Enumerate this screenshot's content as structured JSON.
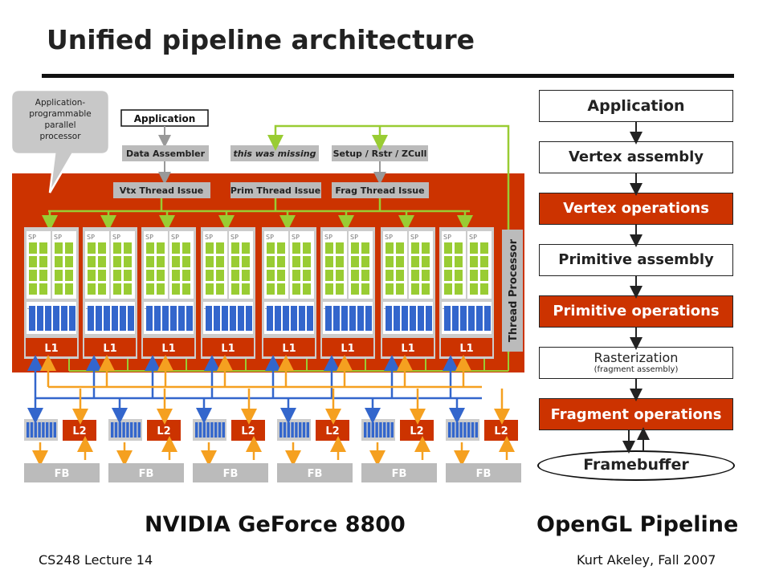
{
  "slide": {
    "title": "Unified pipeline architecture",
    "footer_left": "CS248 Lecture 14",
    "footer_right": "Kurt Akeley, Fall 2007"
  },
  "gpu": {
    "caption": "NVIDIA GeForce 8800",
    "callout": [
      "Application-",
      "programmable",
      "parallel",
      "processor"
    ],
    "application": "Application",
    "data_assembler": "Data Assembler",
    "missing_note": "this was missing",
    "setup": "Setup / Rstr / ZCull",
    "vtx_issue": "Vtx Thread Issue",
    "prim_issue": "Prim Thread Issue",
    "frag_issue": "Frag Thread Issue",
    "thread_processor": "Thread Processor",
    "sp_label": "SP",
    "tf_label": "TF",
    "l1_label": "L1",
    "l2_label": "L2",
    "fb_label": "FB",
    "cluster_count": 8,
    "partition_count": 6
  },
  "opengl": {
    "caption": "OpenGL Pipeline",
    "stages": [
      {
        "label": "Application",
        "highlight": false
      },
      {
        "label": "Vertex assembly",
        "highlight": false
      },
      {
        "label": "Vertex operations",
        "highlight": true
      },
      {
        "label": "Primitive assembly",
        "highlight": false
      },
      {
        "label": "Primitive operations",
        "highlight": true
      },
      {
        "label": "Rasterization",
        "sub": "(fragment assembly)",
        "highlight": false
      },
      {
        "label": "Fragment operations",
        "highlight": true
      }
    ],
    "framebuffer": "Framebuffer"
  },
  "colors": {
    "orange_red": "#cc3300",
    "green": "#99cc33",
    "blue": "#3366cc",
    "orange": "#f5a020",
    "gray": "#bbbbbb"
  }
}
